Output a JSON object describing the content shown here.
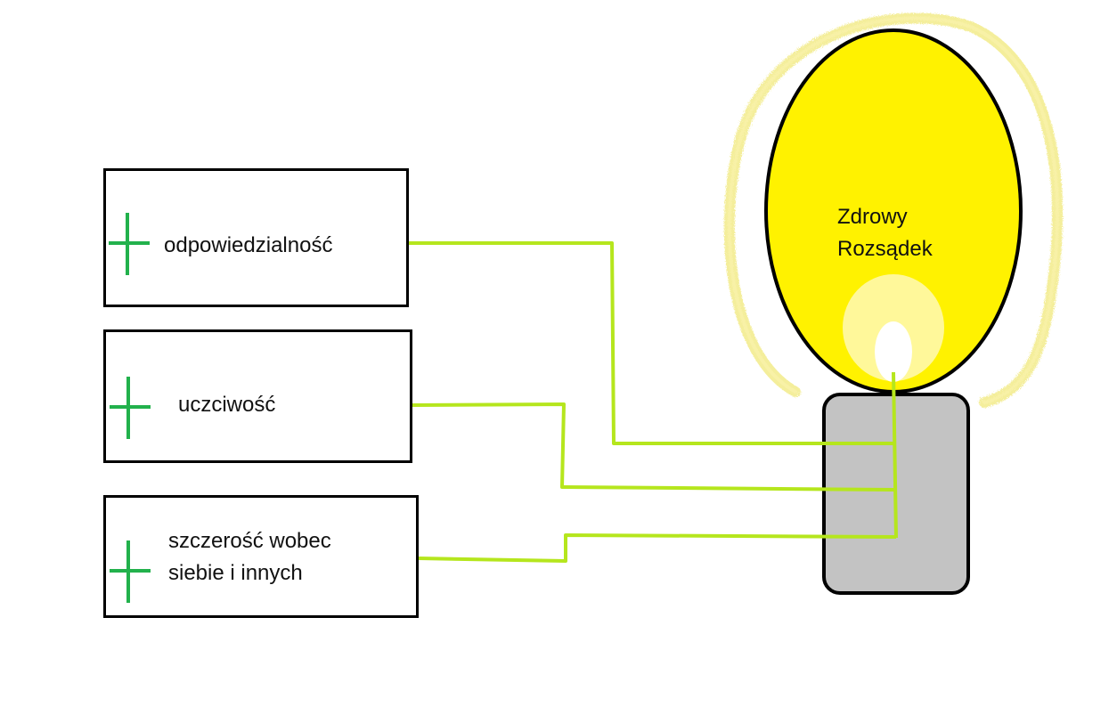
{
  "boxes": [
    {
      "label": "odpowiedzialność"
    },
    {
      "label": "uczciwość"
    },
    {
      "label": "szczerość wobec siebie i innych"
    }
  ],
  "flame": {
    "label": "Zdrowy Rozsądek"
  },
  "colors": {
    "wire": "#b5e61d",
    "plus": "#22b14c",
    "flame": "#fff200",
    "glow": "#f0e87a",
    "inner_flame": "#fff89a",
    "candle": "#c3c3c3",
    "outline": "#000000"
  }
}
